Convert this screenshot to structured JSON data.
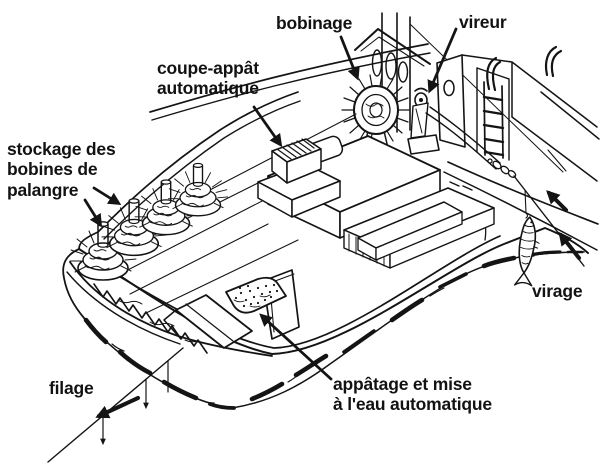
{
  "page": {
    "colors": {
      "ink": "#141414",
      "paper": "#ffffff"
    }
  },
  "labels": {
    "bobinage": "bobinage",
    "vireur": "vireur",
    "coupe_appat": "coupe-appât\nautomatique",
    "stockage": "stockage des\nbobines de\npalangre",
    "virage": "virage",
    "appatage": "appâtage et mise\nà l'eau automatique",
    "filage": "filage"
  }
}
